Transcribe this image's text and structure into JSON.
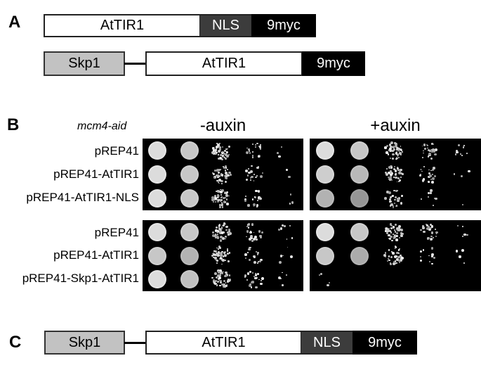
{
  "panel_a": {
    "letter": "A",
    "construct_1": {
      "segments": [
        "AtTIR1",
        "NLS",
        "9myc"
      ]
    },
    "construct_2": {
      "segments": [
        "Skp1",
        "AtTIR1",
        "9myc"
      ]
    }
  },
  "panel_b": {
    "letter": "B",
    "strain": "mcm4-aid",
    "conditions": [
      "-auxin",
      "+auxin"
    ],
    "group_1_rows": [
      "pREP41",
      "pREP41-AtTIR1",
      "pREP41-AtTIR1-NLS"
    ],
    "group_2_rows": [
      "pREP41",
      "pREP41-AtTIR1",
      "pREP41-Skp1-AtTIR1"
    ],
    "growth": {
      "group_1": {
        "minus_auxin": [
          [
            1.0,
            0.85,
            0.6,
            0.2,
            0.03
          ],
          [
            1.0,
            0.85,
            0.6,
            0.2,
            0.02
          ],
          [
            1.0,
            0.85,
            0.6,
            0.2,
            0.03
          ]
        ],
        "plus_auxin": [
          [
            1.0,
            0.85,
            0.6,
            0.3,
            0.1
          ],
          [
            0.9,
            0.75,
            0.55,
            0.25,
            0.04
          ],
          [
            0.7,
            0.5,
            0.35,
            0.1,
            0.01
          ]
        ]
      },
      "group_2": {
        "minus_auxin": [
          [
            1.0,
            0.85,
            0.6,
            0.3,
            0.08
          ],
          [
            0.85,
            0.7,
            0.55,
            0.2,
            0.05
          ],
          [
            1.0,
            0.8,
            0.6,
            0.25,
            0.05
          ]
        ],
        "plus_auxin": [
          [
            1.0,
            0.85,
            0.6,
            0.3,
            0.05
          ],
          [
            0.85,
            0.65,
            0.45,
            0.12,
            0.04
          ],
          [
            0.04,
            0.0,
            0.0,
            0.0,
            0.0
          ]
        ]
      }
    }
  },
  "panel_c": {
    "letter": "C",
    "construct": {
      "segments": [
        "Skp1",
        "AtTIR1",
        "NLS",
        "9myc"
      ]
    }
  },
  "colors": {
    "white_box": "#ffffff",
    "skp1_box": "#c2c2c2",
    "nls_box": "#3c3c3c",
    "myc_box": "#000000",
    "plate": "#000000"
  }
}
